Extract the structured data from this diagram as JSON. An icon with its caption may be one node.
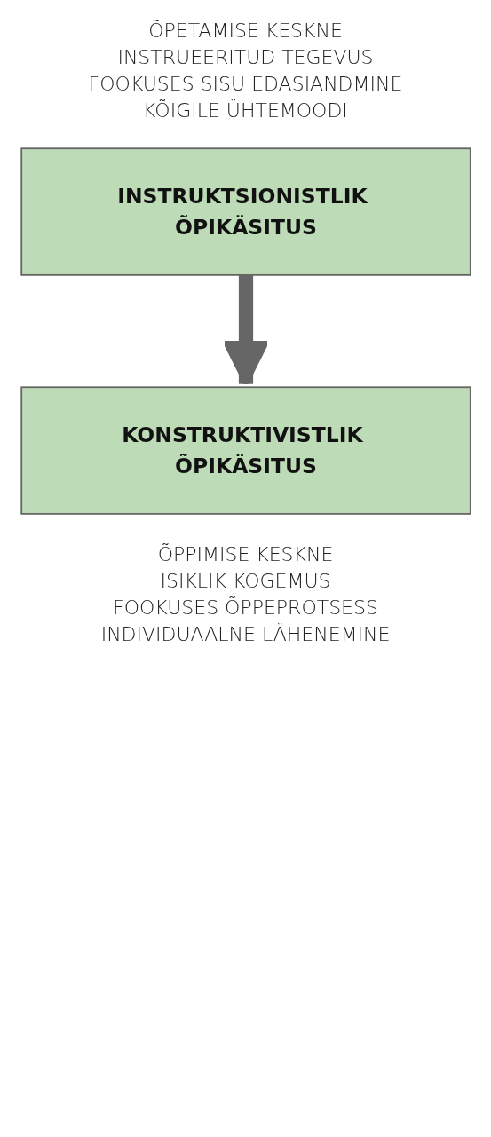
{
  "diagram": {
    "nodes": [
      {
        "text": [
          "INSTRUKTSIONISTLIK ÕPIKÄSITUS"
        ],
        "beside": [
          "ÕPETAMISE KESKNE",
          "INSTRUEERITUD TEGEVUS",
          "FOOKUSES SISU EDASIANDMINE",
          "KÕIGILE ÜHTEMOODI"
        ]
      },
      {
        "text": [
          "KONSTRUKTIVISTLIK ÕPIKÄSITUS"
        ],
        "beside": [
          "ÕPPIMISE KESKNE",
          "ISIKLIK KOGEMUS",
          "FOOKUSES ÕPPEPROTSESS",
          "INDIVIDUAALNE LÄHENEMINE"
        ]
      }
    ],
    "edges": [
      {
        "from": 0,
        "to": 1,
        "arrow": "to"
      }
    ]
  }
}
